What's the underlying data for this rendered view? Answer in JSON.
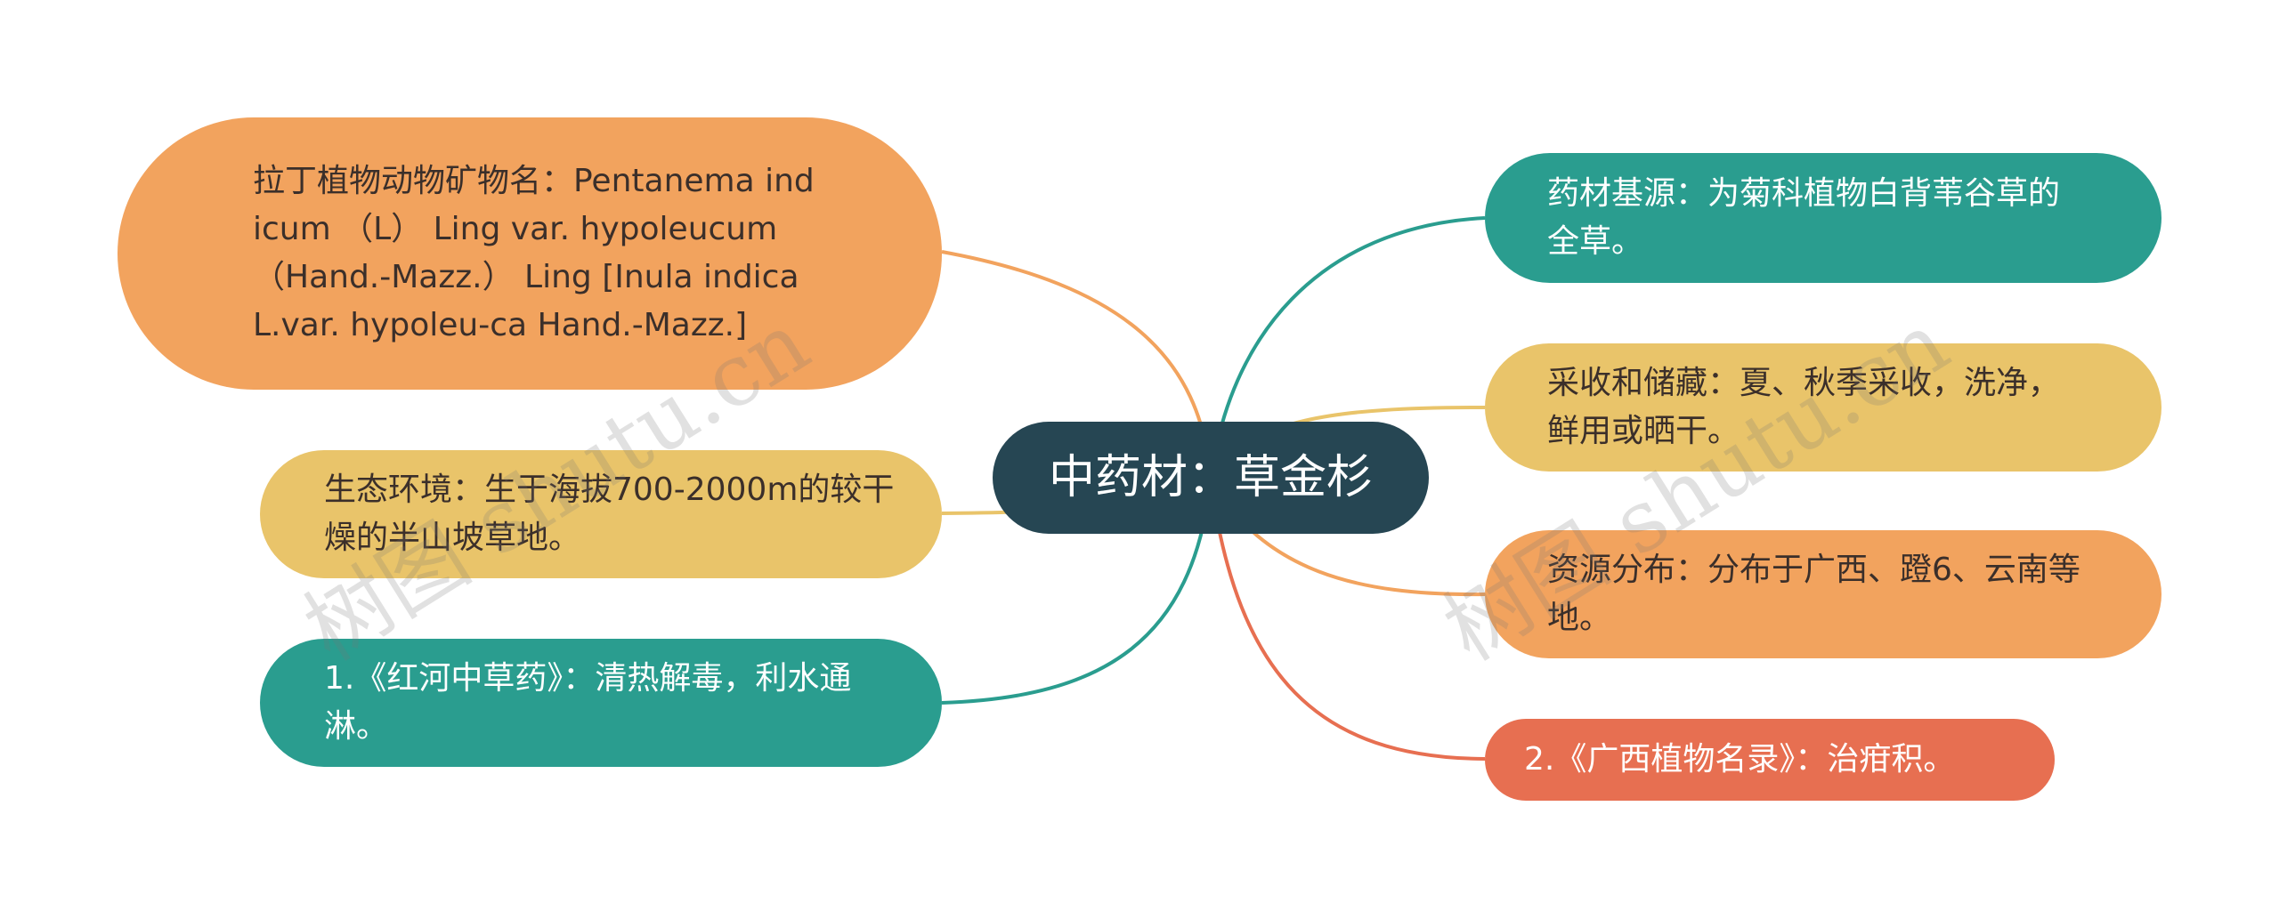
{
  "root": {
    "label": "中药材：草金杉"
  },
  "left_nodes": [
    {
      "id": "latin-name",
      "text": "拉丁植物动物矿物名：Pentanema indicum （L） Ling var. hypoleucum （Hand.-Mazz.） Ling [Inula indica L.var. hypoleu-ca Hand.-Mazz.]",
      "color": "#f2a35e"
    },
    {
      "id": "habitat",
      "text": "生态环境：生于海拔700-2000m的较干燥的半山坡草地。",
      "color": "#e9c46a"
    },
    {
      "id": "honghe",
      "text": "1.《红河中草药》：清热解毒，利水通淋。",
      "color": "#2a9d8f"
    }
  ],
  "right_nodes": [
    {
      "id": "source",
      "text": "药材基源：为菊科植物白背苇谷草的全草。",
      "color": "#2a9d8f"
    },
    {
      "id": "harvest",
      "text": "采收和储藏：夏、秋季采收，洗净，鲜用或晒干。",
      "color": "#e9c46a"
    },
    {
      "id": "distribution",
      "text": "资源分布：分布于广西、蹬6、云南等地。",
      "color": "#f2a35e"
    },
    {
      "id": "guangxi",
      "text": "2.《广西植物名录》：治疳积。",
      "color": "#e76f51"
    }
  ],
  "watermark": "树图 shutu.cn"
}
